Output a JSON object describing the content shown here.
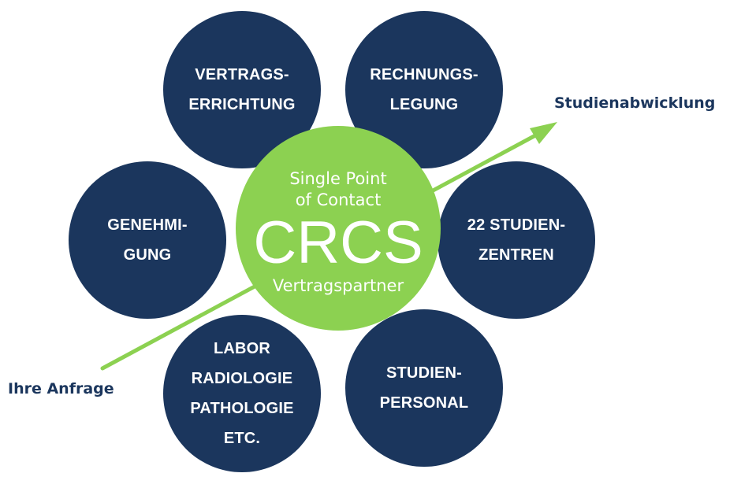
{
  "diagram": {
    "center": {
      "line1": "Single Point",
      "line2": "of Contact",
      "title": "CRCS",
      "line3": "Vertragspartner"
    },
    "nodes": [
      {
        "id": "vertragserrichtung",
        "lines": [
          "VERTRAGS-",
          "ERRICHTUNG"
        ]
      },
      {
        "id": "rechnungslegung",
        "lines": [
          "RECHNUNGS-",
          "LEGUNG"
        ]
      },
      {
        "id": "genehmigung",
        "lines": [
          "GENEHMI-",
          "GUNG"
        ]
      },
      {
        "id": "studienzentren",
        "lines": [
          "22 STUDIEN-",
          "ZENTREN"
        ]
      },
      {
        "id": "labor",
        "lines": [
          "LABOR",
          "RADIOLOGIE",
          "PATHOLOGIE",
          "ETC."
        ]
      },
      {
        "id": "studienpersonal",
        "lines": [
          "STUDIEN-",
          "PERSONAL"
        ]
      }
    ],
    "arrow": {
      "start_label": "Ihre Anfrage",
      "end_label": "Studienabwicklung"
    },
    "colors": {
      "navy": "#1b365d",
      "green": "#8cd151",
      "arrow": "#8cd151",
      "label_text": "#1b365d",
      "node_text": "#ffffff"
    }
  }
}
